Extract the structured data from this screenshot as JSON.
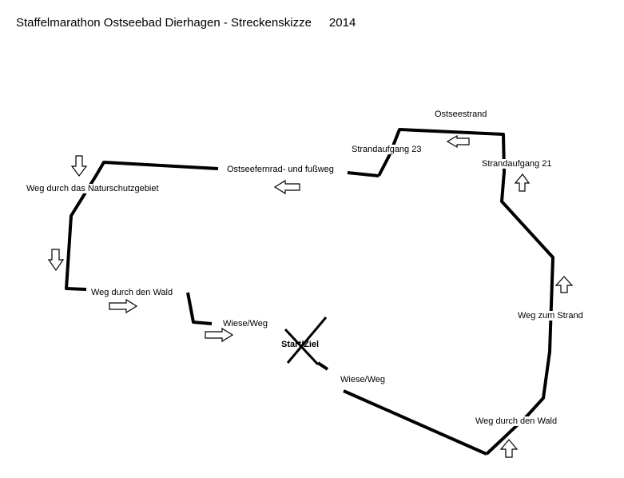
{
  "title": "Staffelmarathon Ostseebad Dierhagen - Streckenskizze",
  "year": "2014",
  "labels": {
    "ostseestrand": "Ostseestrand",
    "strandaufgang_23": "Strandaufgang 23",
    "strandaufgang_21": "Strandaufgang 21",
    "ostseefernrad": "Ostseefernrad- und fußweg",
    "naturschutzgebiet": "Weg durch das Naturschutzgebiet",
    "wald_left": "Weg durch den Wald",
    "wiese_left": "Wiese/Weg",
    "start_ziel": "Start/Ziel",
    "wiese_right": "Wiese/Weg",
    "weg_zum_strand": "Weg zum Strand",
    "wald_right": "Weg durch den Wald"
  },
  "arrows": [
    {
      "id": "arrow-ostseestrand",
      "direction": "left"
    },
    {
      "id": "arrow-fernradweg",
      "direction": "left"
    },
    {
      "id": "arrow-naturschutz",
      "direction": "down"
    },
    {
      "id": "arrow-left-side",
      "direction": "down"
    },
    {
      "id": "arrow-wald-left",
      "direction": "right"
    },
    {
      "id": "arrow-wiese-left",
      "direction": "right"
    },
    {
      "id": "arrow-strandaufgang-21",
      "direction": "up"
    },
    {
      "id": "arrow-weg-zum-strand",
      "direction": "up"
    },
    {
      "id": "arrow-wald-right",
      "direction": "up"
    }
  ],
  "colors": {
    "route": "#000000",
    "background": "#ffffff"
  }
}
